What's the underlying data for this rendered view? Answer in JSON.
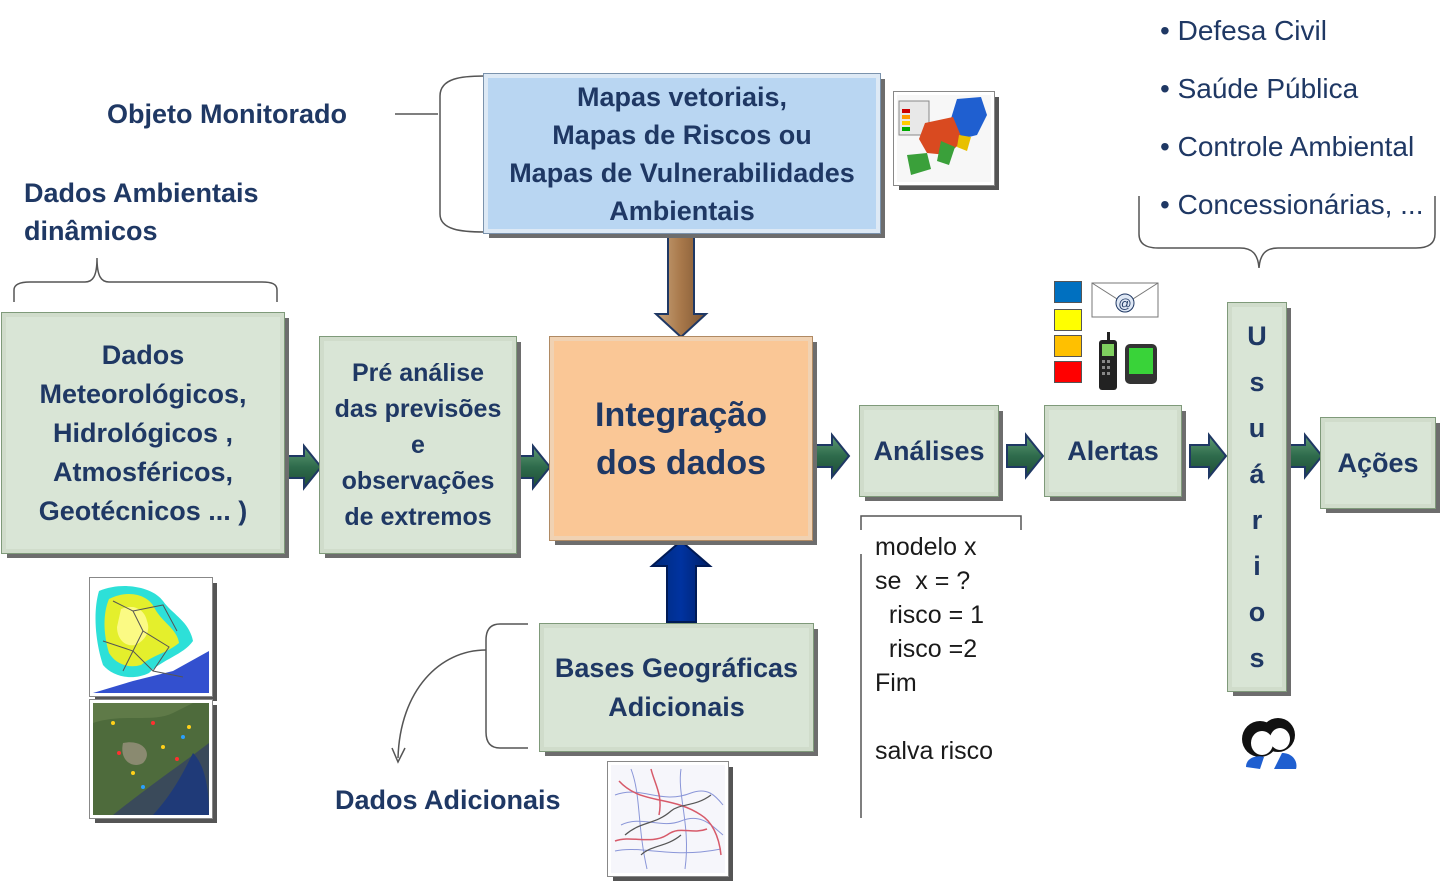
{
  "labels": {
    "objeto": "Objeto  Monitorado",
    "dados_amb_1": "Dados Ambientais",
    "dados_amb_2": "dinâmicos",
    "dados_adicionais": "Dados Adicionais"
  },
  "boxes": {
    "mapas": [
      "Mapas vetoriais,",
      "Mapas de Riscos ou",
      "Mapas de  Vulnerabilidades",
      "Ambientais"
    ],
    "dados": [
      "Dados",
      "Meteorológicos,",
      "Hidrológicos ,",
      "Atmosféricos,",
      "Geotécnicos  ... )"
    ],
    "pre": [
      "Pré análise",
      "das previsões",
      "e",
      "observações",
      "de extremos"
    ],
    "integracao": [
      "Integração",
      "dos dados"
    ],
    "bases": [
      "Bases  Geográficas",
      "Adicionais"
    ],
    "analises": "Análises",
    "alertas": "Alertas",
    "usuarios": [
      "U",
      "s",
      "u",
      "á",
      "r",
      "i",
      "o",
      "s"
    ],
    "acoes": "Ações"
  },
  "code": [
    "modelo x",
    "",
    "se  x = ?",
    "  risco = 1",
    "  risco =2",
    "Fim",
    "",
    "salva risco"
  ],
  "users_list": [
    "Defesa Civil",
    "Saúde Pública",
    "Controle Ambiental",
    "Concessionárias, ..."
  ],
  "icons": {
    "map_thumbnail": "regional-map-icon",
    "weather_map": "weather-map-icon",
    "satellite": "satellite-image-icon",
    "geo_map": "geographic-map-icon",
    "envelope": "email-icon",
    "phones": "mobile-phone-icon",
    "people": "users-icon"
  },
  "colors": {
    "text": "#1f3864",
    "green_box": "#d9e5d6",
    "blue_box": "#b9d6f2",
    "orange_box": "#fac796",
    "arrow_green": "#2e6b4c",
    "alert_blue": "#0070c0",
    "alert_yellow": "#ffff00",
    "alert_orange": "#ffc000",
    "alert_red": "#ff0000"
  }
}
